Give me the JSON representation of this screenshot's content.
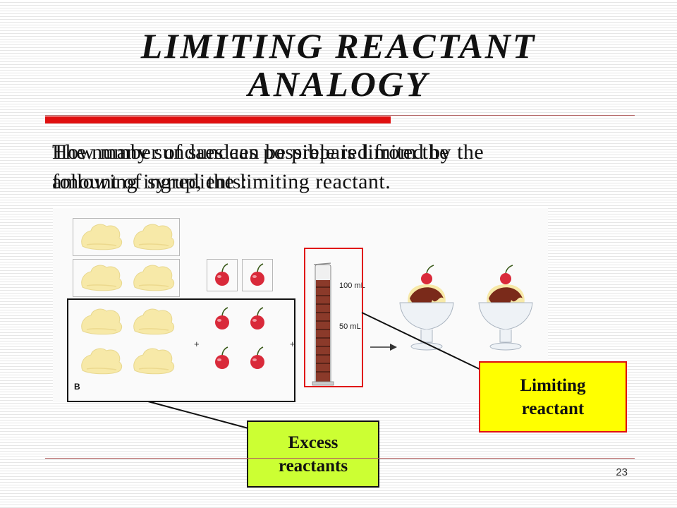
{
  "slide": {
    "title_line1": "LIMITING REACTANT",
    "title_line2": "ANALOGY",
    "body_a": [
      "The number of sundaes possible is limited by the",
      "amount of syrup, the limiting reactant."
    ],
    "body_b": [
      "How many sundaes can be prepared from the",
      "following ingredients:"
    ],
    "panel_label": "B",
    "cylinder_label_100": "100 mL",
    "cylinder_label_50": "50 mL",
    "plus_sign": "+",
    "callout_limiting": [
      "Limiting",
      "reactant"
    ],
    "callout_excess": [
      "Excess",
      "reactants"
    ],
    "page_number": "23"
  },
  "icons": {
    "ice_cream": "ice-cream-scoop-icon",
    "cherry": "cherry-icon",
    "cylinder": "graduated-cylinder-icon",
    "sundae": "sundae-icon",
    "arrow": "arrow-right-icon"
  },
  "colors": {
    "accent_red": "#e01010",
    "callout_limiting_bg": "#ffff00",
    "callout_excess_bg": "#ccff33",
    "syrup": "#8b3a2a",
    "scoop": "#f7e9a8",
    "cherry": "#d92a3a"
  }
}
